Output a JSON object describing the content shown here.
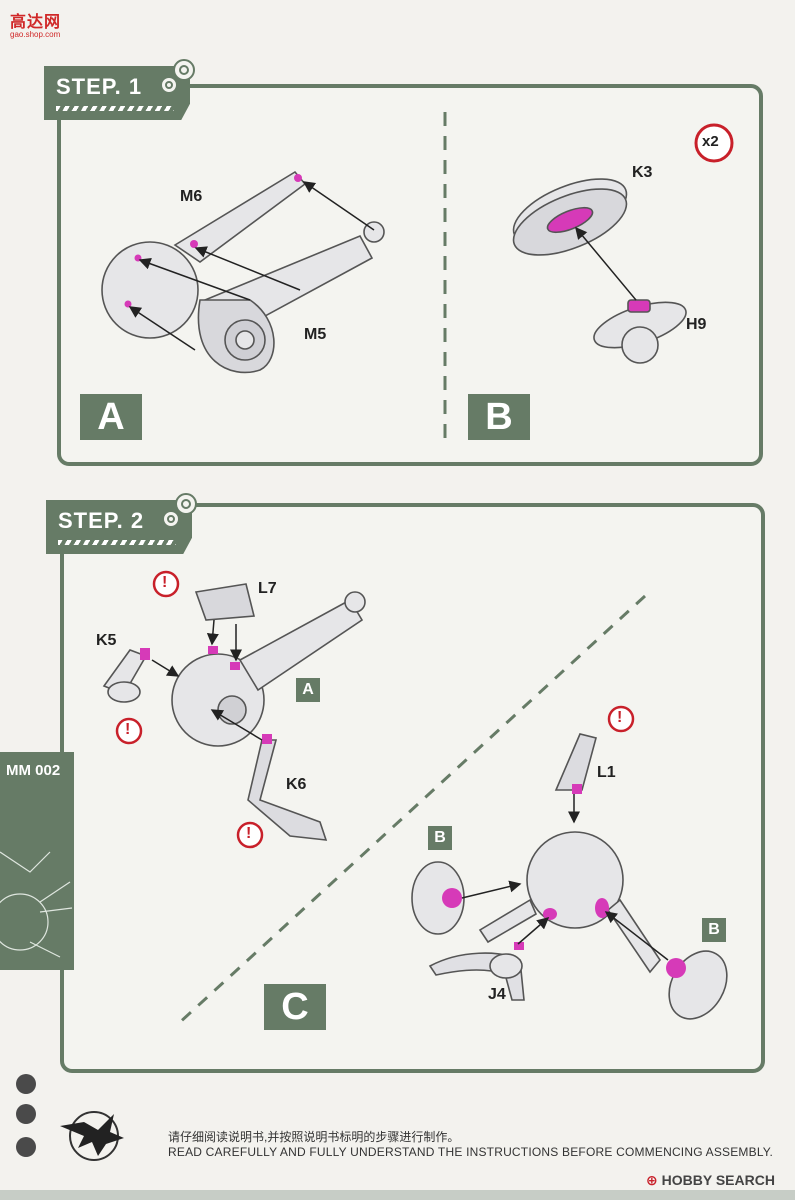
{
  "watermark": {
    "main": "高达网",
    "sub": "gao.shop.com"
  },
  "step1": {
    "title": "STEP. 1",
    "section_a": "A",
    "section_b": "B",
    "labels": {
      "m6": "M6",
      "m5": "M5",
      "k3": "K3",
      "h9": "H9"
    },
    "quantity": "x2"
  },
  "step2": {
    "title": "STEP. 2",
    "section_c": "C",
    "ref_a": "A",
    "ref_b1": "B",
    "ref_b2": "B",
    "labels": {
      "l7": "L7",
      "k5": "K5",
      "k6": "K6",
      "l1": "L1",
      "j4": "J4"
    },
    "caution": "!"
  },
  "side_tab": {
    "code": "MM 002"
  },
  "footer": {
    "cn": "请仔细阅读说明书,并按照说明书标明的步骤进行制作。",
    "en": "READ CAREFULLY AND FULLY UNDERSTAND THE INSTRUCTIONS BEFORE COMMENCING ASSEMBLY.",
    "brand": "HOBBY SEARCH"
  },
  "colors": {
    "accent": "#667b66",
    "highlight": "#d63ab8",
    "warn": "#c8202a"
  }
}
